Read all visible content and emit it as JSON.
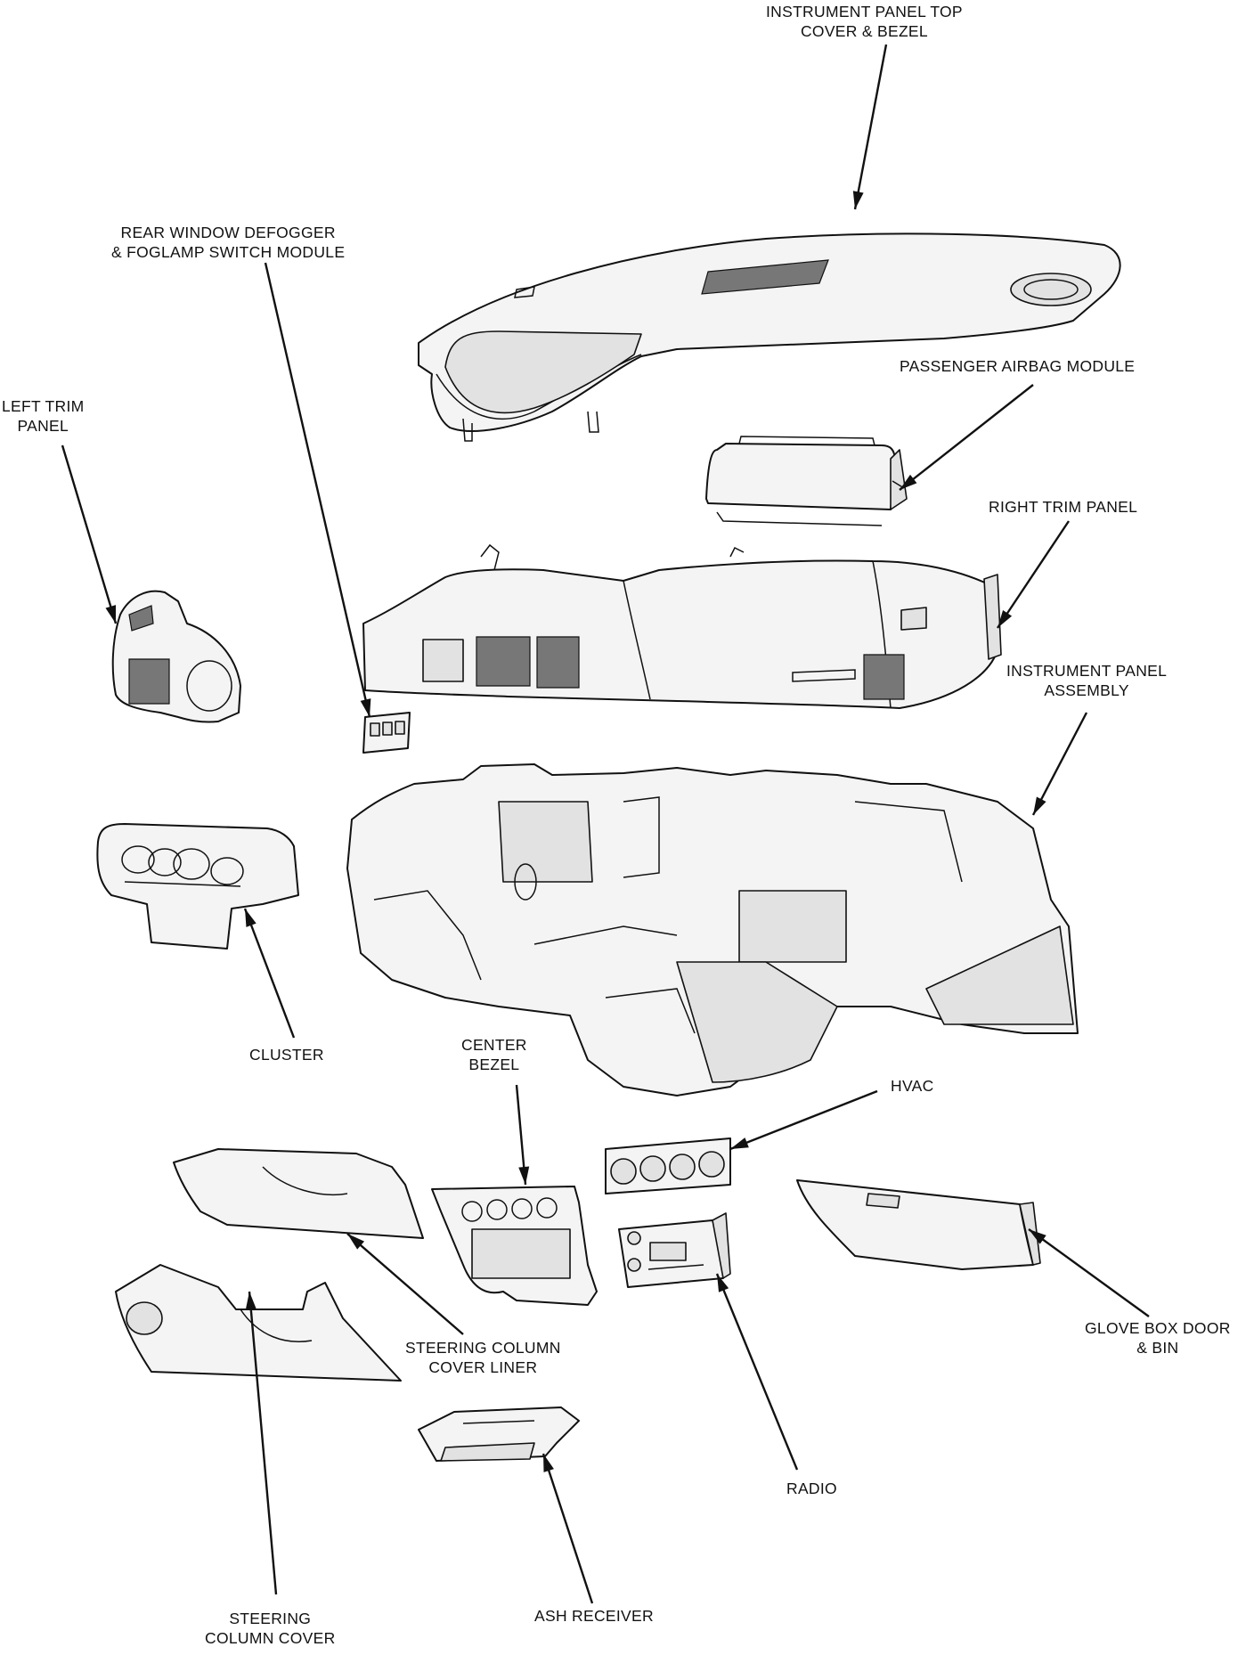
{
  "labels": {
    "instrument_panel_top": [
      "INSTRUMENT PANEL TOP",
      "COVER & BEZEL"
    ],
    "rear_window_defogger": [
      "REAR WINDOW DEFOGGER",
      "& FOGLAMP SWITCH MODULE"
    ],
    "left_trim_panel": [
      "LEFT TRIM",
      "PANEL"
    ],
    "passenger_airbag": [
      "PASSENGER AIRBAG MODULE"
    ],
    "right_trim_panel": [
      "RIGHT TRIM PANEL"
    ],
    "instrument_panel_assembly": [
      "INSTRUMENT PANEL",
      "ASSEMBLY"
    ],
    "cluster": [
      "CLUSTER"
    ],
    "center_bezel": [
      "CENTER",
      "BEZEL"
    ],
    "hvac": [
      "HVAC"
    ],
    "steering_column_cover_liner": [
      "STEERING COLUMN",
      "COVER LINER"
    ],
    "glove_box": [
      "GLOVE BOX DOOR",
      "& BIN"
    ],
    "radio": [
      "RADIO"
    ],
    "steering_column_cover": [
      "STEERING",
      "COLUMN COVER"
    ],
    "ash_receiver": [
      "ASH RECEIVER"
    ]
  },
  "colors": {
    "line": "#111111",
    "fill": "#f4f4f4",
    "background": "#ffffff"
  }
}
